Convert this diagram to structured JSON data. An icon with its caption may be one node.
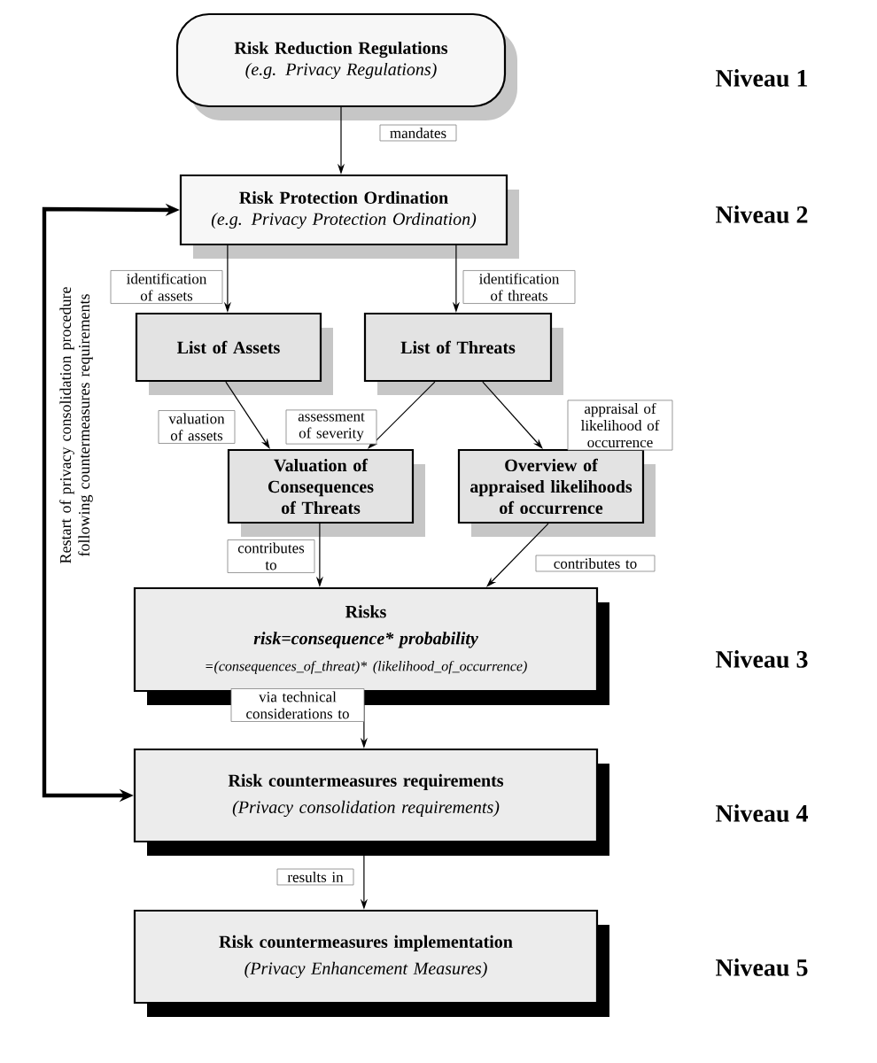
{
  "diagram": {
    "nodes": [
      {
        "text": [
          "Risk Reduction Regulations",
          "(e.g. Privacy Regulations)"
        ]
      },
      {
        "text": [
          "Risk Protection Ordination",
          "(e.g. Privacy Protection Ordination)"
        ]
      },
      {
        "text": [
          "List of Assets"
        ]
      },
      {
        "text": [
          "List of Threats"
        ]
      },
      {
        "text": [
          "Valuation of Consequences of Threats"
        ]
      },
      {
        "text": [
          "Overview of appraised likelihoods of occurrence"
        ]
      },
      {
        "text": [
          "Risks",
          "risk=consequence* probability",
          "=(consequences_of_threat)* (likelihood_of_occurrence)"
        ]
      },
      {
        "text": [
          "Risk countermeasures requirements",
          "(Privacy consolidation requirements)"
        ]
      },
      {
        "text": [
          "Risk countermeasures implementation",
          "(Privacy Enhancement Measures)"
        ]
      }
    ],
    "edges": [
      {
        "from": 0,
        "to": 1,
        "arrow": "to",
        "label": "mandates"
      },
      {
        "from": 1,
        "to": 2,
        "arrow": "to",
        "label": "identification of assets"
      },
      {
        "from": 1,
        "to": 3,
        "arrow": "to",
        "label": "identification of threats"
      },
      {
        "from": 2,
        "to": 4,
        "arrow": "to",
        "label": "valuation of assets"
      },
      {
        "from": 3,
        "to": 4,
        "arrow": "to",
        "label": "assessment of severity"
      },
      {
        "from": 3,
        "to": 5,
        "arrow": "to",
        "label": "appraisal of likelihood of occurrence"
      },
      {
        "from": 4,
        "to": 6,
        "arrow": "to",
        "label": "contributes to"
      },
      {
        "from": 5,
        "to": 6,
        "arrow": "to",
        "label": "contributes to"
      },
      {
        "from": 6,
        "to": 7,
        "arrow": "to",
        "label": "via technical considerations to"
      },
      {
        "from": 7,
        "to": 8,
        "arrow": "to",
        "label": "results in"
      },
      {
        "from": 7,
        "to": 1,
        "arrow": "both",
        "style": "thick",
        "label": "Restart of privacy consolidation procedure following countermeasures requirements"
      }
    ],
    "labels": [
      "Niveau 1",
      "Niveau 2",
      "Niveau 3",
      "Niveau 4",
      "Niveau 5"
    ]
  }
}
